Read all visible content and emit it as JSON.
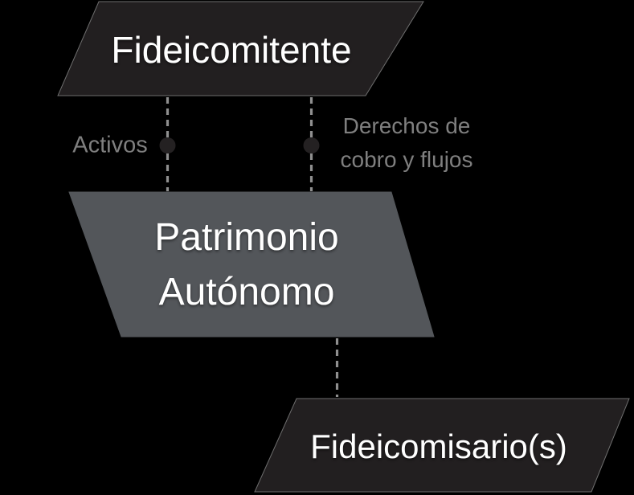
{
  "colors": {
    "background": "#000000",
    "dark_node_fill": "#221f20",
    "gray_node_fill": "#53565a",
    "node_outline": "#6e6e6e",
    "node_text": "#ffffff",
    "edge_label_text": "#7f7f7f",
    "dashed_line": "#8f8f8f",
    "connector_dot": "#242122"
  },
  "nodes": {
    "fideicomitente": {
      "label": "Fideicomitente"
    },
    "patrimonio_autonomo": {
      "label": "Patrimonio Autónomo",
      "line1": "Patrimonio",
      "line2": "Autónomo"
    },
    "fideicomisario": {
      "label": "Fideicomisario(s)"
    }
  },
  "edge_labels": {
    "activos": {
      "label": "Activos"
    },
    "derechos": {
      "label": "Derechos de cobro y flujos",
      "line1": "Derechos de",
      "line2": "cobro y flujos"
    }
  }
}
